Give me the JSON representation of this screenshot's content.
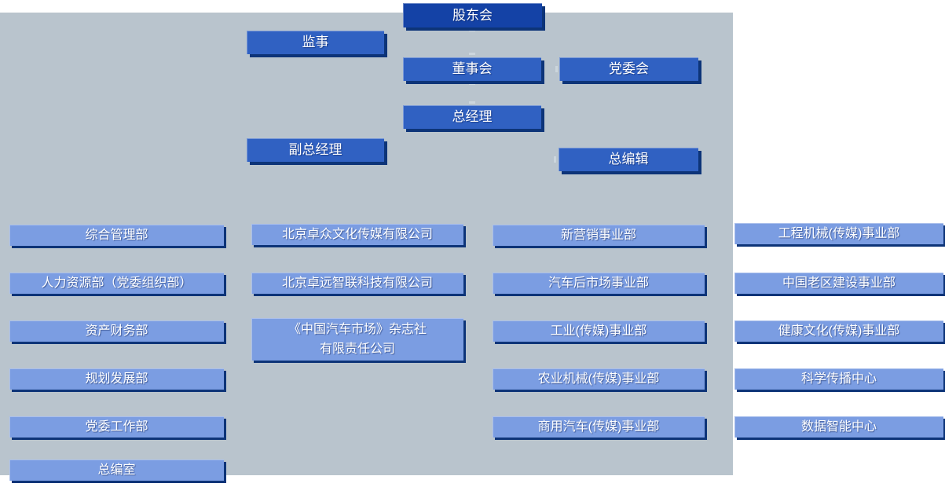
{
  "palette": {
    "page_background": "#ffffff",
    "panel_background": "#b9c4cd",
    "node_dark_blue": "#1442a6",
    "node_medium_blue": "#3061c2",
    "node_light_blue": "#7b9de2",
    "node_shadow_navy": "#0d3478",
    "text_color": "#ffffff"
  },
  "executives": {
    "shareholders_meeting": "股东会",
    "supervisor": "监事",
    "board_of_directors": "董事会",
    "party_committee": "党委会",
    "general_manager": "总经理",
    "deputy_general_manager": "副总经理",
    "editor_in_chief": "总编辑"
  },
  "departments": {
    "admin_column": [
      "综合管理部",
      "人力资源部（党委组织部）",
      "资产财务部",
      "规划发展部",
      "党委工作部",
      "总编室"
    ],
    "subsidiary_column": [
      "北京卓众文化传媒有限公司",
      "北京卓远智联科技有限公司",
      "《中国汽车市场》杂志社有限责任公司"
    ],
    "business_column_1": [
      "新营销事业部",
      "汽车后市场事业部",
      "工业(传媒)事业部",
      "农业机械(传媒)事业部",
      "商用汽车(传媒)事业部"
    ],
    "business_column_2": [
      "工程机械(传媒)事业部",
      "中国老区建设事业部",
      "健康文化(传媒)事业部",
      "科学传播中心",
      "数据智能中心"
    ]
  }
}
